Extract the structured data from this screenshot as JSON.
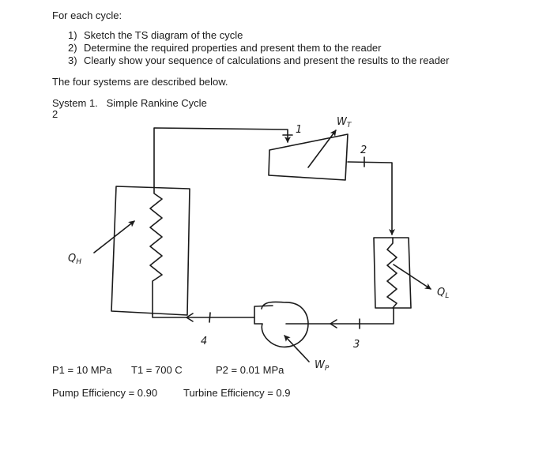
{
  "heading": "For each cycle:",
  "tasks": [
    {
      "num": "1)",
      "text": "Sketch the TS diagram of the cycle"
    },
    {
      "num": "2)",
      "text": "Determine the required properties and present them to the reader"
    },
    {
      "num": "3)",
      "text": "Clearly show your sequence of calculations and present the results to the reader"
    }
  ],
  "intro": "The four systems are described below.",
  "system_title": "System 1.   Simple Rankine Cycle",
  "stray_number": "2",
  "diagram": {
    "state_labels": {
      "s1": "1",
      "s2": "2",
      "s3": "3",
      "s4": "4"
    },
    "energy_labels": {
      "turbine_work": "W",
      "turbine_work_sub": "T",
      "pump_work": "W",
      "pump_work_sub": "P",
      "heat_in": "Q",
      "heat_in_sub": "H",
      "heat_out": "Q",
      "heat_out_sub": "L"
    },
    "components": [
      "boiler",
      "turbine",
      "condenser",
      "pump"
    ]
  },
  "givens": {
    "p1": "P1 = 10 MPa",
    "t1": "T1 = 700 C",
    "p2": "P2 = 0.01 MPa",
    "pump_eff": "Pump Efficiency = 0.90",
    "turbine_eff": "Turbine Efficiency = 0.9"
  }
}
